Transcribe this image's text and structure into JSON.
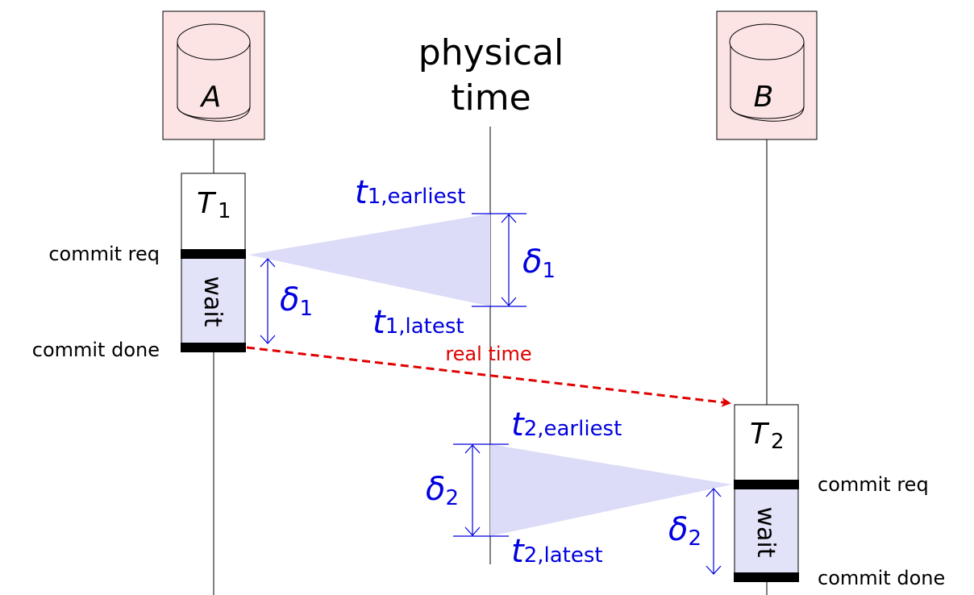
{
  "diagram": {
    "title": {
      "line1": "physical",
      "line2": "time"
    },
    "colors": {
      "db_fill": "#fce4e4",
      "wait_fill": "#e2e2f8",
      "uncertainty_fill": "#dcdcf8",
      "annotation": "#0000e0",
      "realtime": "#e00000"
    },
    "nodes": [
      {
        "id": "A",
        "label": "A",
        "icon": "database-cylinder-icon"
      },
      {
        "id": "B",
        "label": "B",
        "icon": "database-cylinder-icon"
      }
    ],
    "transactions": [
      {
        "name": "T",
        "sub": "1",
        "wait_label": "wait",
        "commit_req": "commit req",
        "commit_done": "commit done",
        "delta": "δ",
        "delta_sub": "1",
        "t_earliest": {
          "t": "t",
          "sub": "1,",
          "suffix": "earliest"
        },
        "t_latest": {
          "t": "t",
          "sub": "1,",
          "suffix": "latest"
        }
      },
      {
        "name": "T",
        "sub": "2",
        "wait_label": "wait",
        "commit_req": "commit req",
        "commit_done": "commit done",
        "delta": "δ",
        "delta_sub": "2",
        "t_earliest": {
          "t": "t",
          "sub": "2,",
          "suffix": "earliest"
        },
        "t_latest": {
          "t": "t",
          "sub": "2,",
          "suffix": "latest"
        }
      }
    ],
    "realtime_label": "real time"
  }
}
